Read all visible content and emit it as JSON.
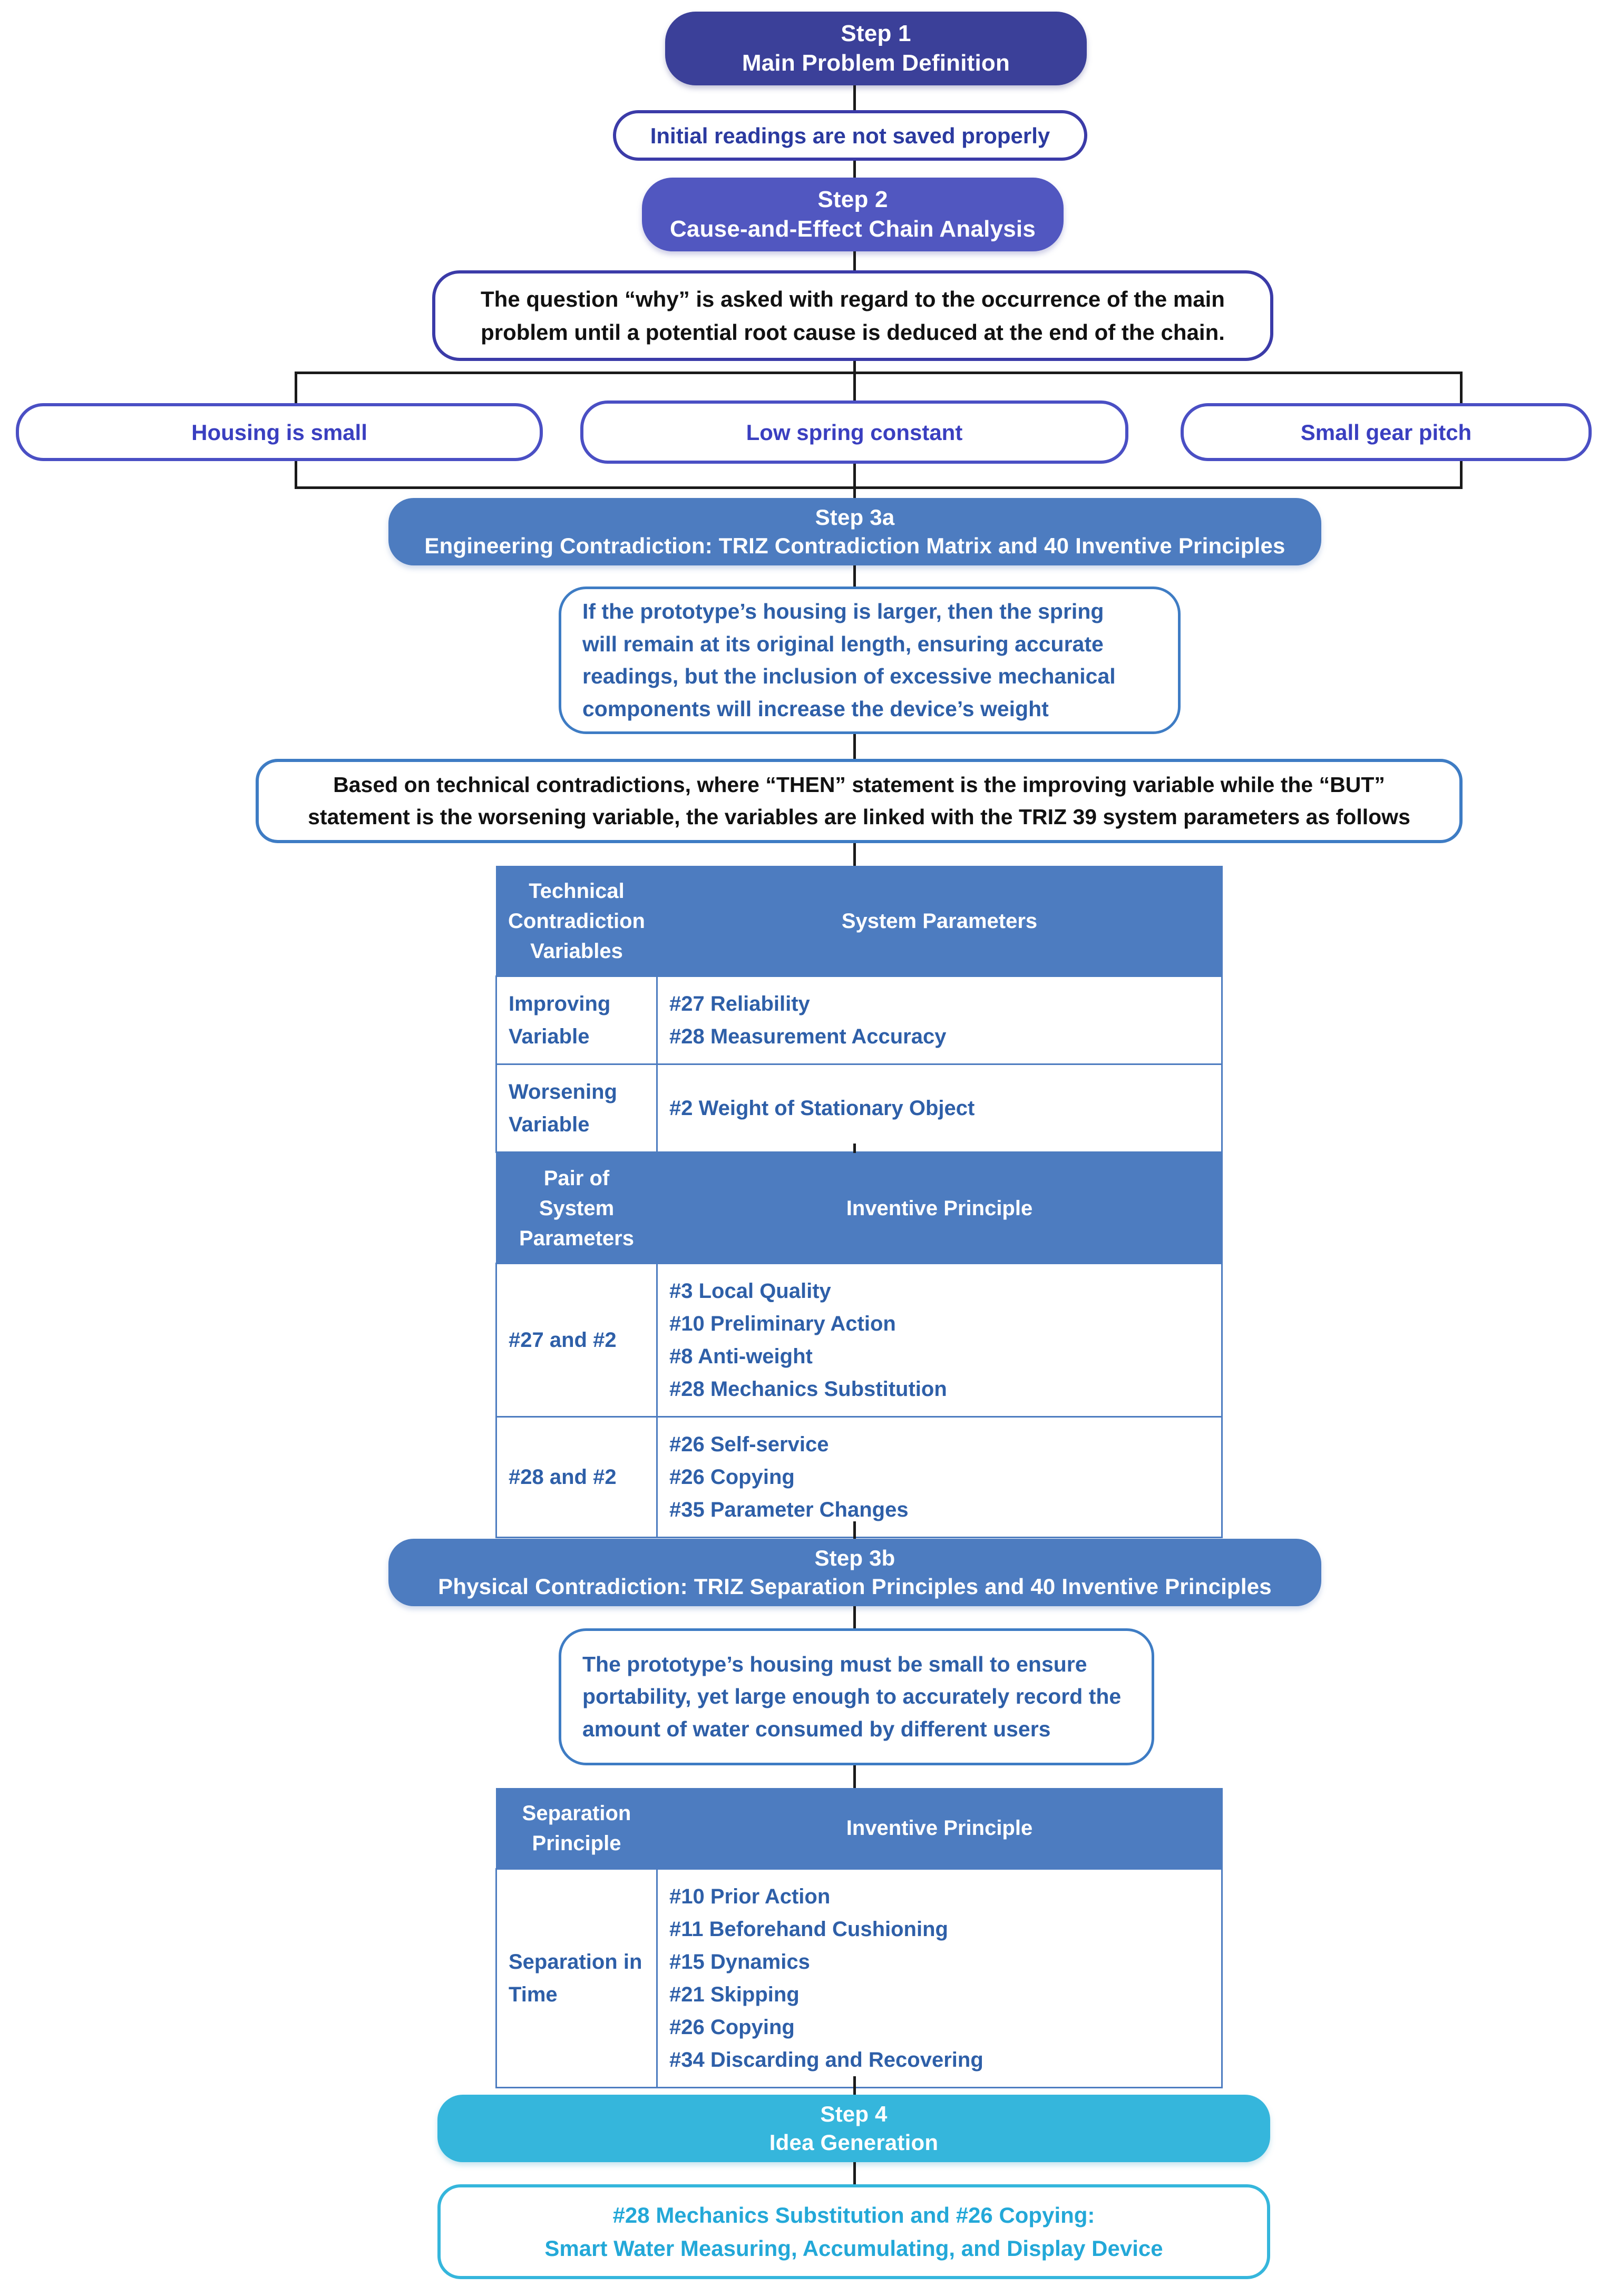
{
  "diagram": {
    "title": "TRIZ Problem Solving Flowchart",
    "colors": {
      "step1_fill": "#3B4099",
      "step2_fill": "#5157C0",
      "step3_fill": "#4D7CC0",
      "step4_fill": "#35B6DC",
      "dark_outline": "#3B3BA8",
      "purple_outline": "#4A4FC4",
      "blue_outline": "#3E7CC4",
      "cyan_outline": "#35B6DC",
      "text_black": "#111111",
      "text_blue": "#2E5FA8",
      "text_cyan": "#23A8D8",
      "table_header": "#4D7CC0"
    }
  },
  "step1": {
    "line1": "Step 1",
    "line2": "Main Problem Definition"
  },
  "problem_statement": {
    "text": "Initial  readings are not saved properly"
  },
  "step2": {
    "line1": "Step 2",
    "line2": "Cause-and-Effect Chain Analysis"
  },
  "why_statement": {
    "line1": "The question “why” is asked with regard to the occurrence of the main",
    "line2": "problem until a potential root cause is deduced at the end of the chain."
  },
  "root_causes": [
    {
      "label": "Housing is small"
    },
    {
      "label": "Low spring constant"
    },
    {
      "label": "Small gear pitch"
    }
  ],
  "step3a": {
    "line1": "Step 3a",
    "line2": "Engineering Contradiction: TRIZ Contradiction Matrix and 40 Inventive Principles"
  },
  "technical_contradiction": {
    "lines": [
      "If the prototype’s housing is larger, then the spring",
      "will  remain at its original length, ensuring accurate",
      "readings, but the inclusion of excessive mechanical",
      "components will increase the device’s weight"
    ]
  },
  "linking_statement": {
    "line1": "Based on technical contradictions, where “THEN” statement is the improving variable while  the “BUT”",
    "line2": "statement is the worsening variable, the variables are linked with the TRIZ 39 system parameters as follows"
  },
  "table_variables": {
    "headers": {
      "col1": "Technical Contradiction Variables",
      "col1_lines": [
        "Technical",
        "Contradiction",
        "Variables"
      ],
      "col2": "System Parameters"
    },
    "rows": [
      {
        "category_lines": [
          "Improving",
          "Variable"
        ],
        "items": [
          "#27 Reliability",
          "#28 Measurement Accuracy"
        ]
      },
      {
        "category_lines": [
          "Worsening",
          "Variable"
        ],
        "items": [
          "#2 Weight of Stationary Object"
        ]
      }
    ]
  },
  "table_pairs": {
    "headers": {
      "col1": "Pair of System Parameters",
      "col1_lines": [
        "Pair of System",
        "Parameters"
      ],
      "col2": "Inventive Principle"
    },
    "rows": [
      {
        "category_lines": [
          "#27 and #2"
        ],
        "items": [
          "#3 Local Quality",
          "#10 Preliminary Action",
          "#8 Anti-weight",
          "#28 Mechanics Substitution"
        ]
      },
      {
        "category_lines": [
          "#28 and #2"
        ],
        "items": [
          "#26 Self-service",
          "#26 Copying",
          "#35 Parameter Changes"
        ]
      }
    ]
  },
  "step3b": {
    "line1": "Step 3b",
    "line2": "Physical Contradiction: TRIZ Separation Principles and 40 Inventive Principles"
  },
  "physical_contradiction": {
    "lines": [
      "The prototype’s housing must be small to ensure",
      "portability, yet large enough to accurately record the",
      "amount of water consumed by different users"
    ]
  },
  "table_separation": {
    "headers": {
      "col1": "Separation Principle",
      "col1_lines": [
        "Separation",
        "Principle"
      ],
      "col2": "Inventive Principle"
    },
    "rows": [
      {
        "category_lines": [
          "Separation in",
          "Time"
        ],
        "items": [
          "#10 Prior Action",
          "#11 Beforehand Cushioning",
          "#15 Dynamics",
          "#21 Skipping",
          "#26 Copying",
          "#34 Discarding and Recovering"
        ]
      }
    ]
  },
  "step4": {
    "line1": "Step 4",
    "line2": "Idea Generation"
  },
  "final_idea": {
    "line1": "#28 Mechanics Substitution and #26 Copying:",
    "line2": "Smart Water Measuring, Accumulating, and Display Device"
  }
}
